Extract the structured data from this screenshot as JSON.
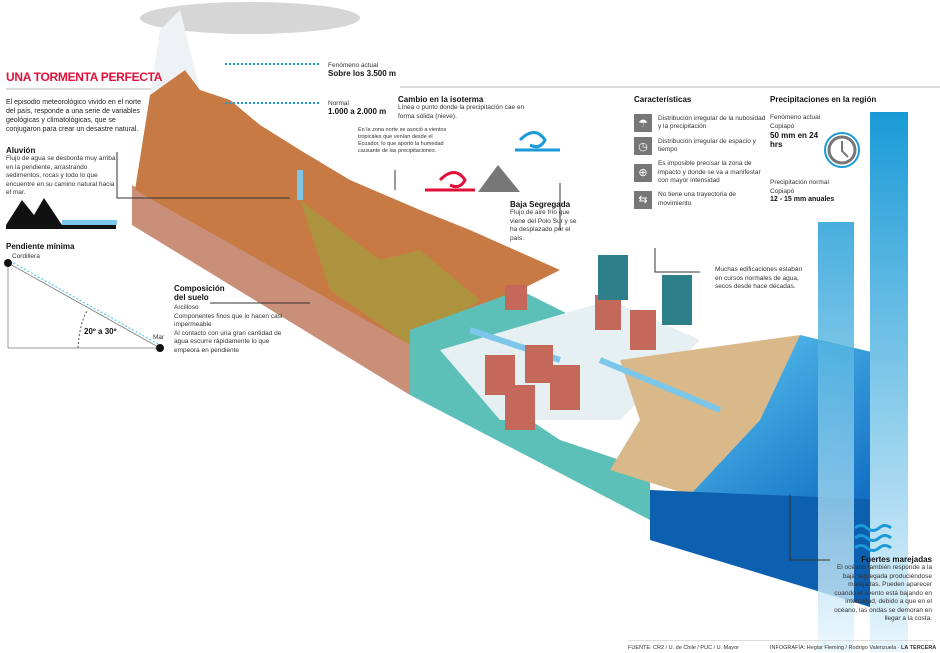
{
  "title": "UNA TORMENTA PERFECTA",
  "lead": "El episodio meteorológico vivido en el norte del país, responde a una serie de variables geológicas y climatológicas, que se conjugaron para crear un desastre natural.",
  "aluvion": {
    "title": "Aluvión",
    "text": "Flujo de agua se desborda muy arriba en la pendiente, arrastrando sedimentos, rocas y todo lo que encuentre en su camino natural hacia el mar."
  },
  "pendiente": {
    "title": "Pendiente mínima",
    "top": "Cordillera",
    "bottom": "Mar",
    "angle": "20º a 30º"
  },
  "isoterma": {
    "actual_label": "Fenómeno actual",
    "actual_value": "Sobre los 3.500 m",
    "normal_label": "Normal",
    "normal_value": "1.000 a 2.000 m",
    "title": "Cambio en la isoterma",
    "text": "Línea o punto donde la precipitación cae en forma sólida (nieve)."
  },
  "zona_norte": "En la zona norte se asoció a vientos tropicales que venían desde el Ecuador, lo que aportó la humedad causante de las precipitaciones.",
  "baja": {
    "title": "Baja Segregada",
    "text": "Flujo de aire frío que viene del Polo Sur y se ha desplazado por el país."
  },
  "suelo": {
    "title": "Composición del suelo",
    "text1": "Arcilloso",
    "text2": "Componentes finos que lo hacen casi impermeable",
    "text3": "Al contacto con una gran cantidad de agua escurre rápidamente lo que empeora en pendiente"
  },
  "edificaciones": "Muchas edificaciones estaban en cursos normales de agua, secos desde hace décadas.",
  "caracteristicas": {
    "title": "Características",
    "items": [
      {
        "icon": "rain-cloud-icon",
        "text": "Distribución irregular de la nubosidad y la precipitación"
      },
      {
        "icon": "clock-icon",
        "text": "Distribución irregular de espacio y tiempo"
      },
      {
        "icon": "location-globe-icon",
        "text": "Es imposible precisar la zona de impacto y donde se va a manifestar con mayor intensidad"
      },
      {
        "icon": "route-icon",
        "text": "No tiene una trayectoria de movimiento"
      }
    ]
  },
  "precipitaciones": {
    "title": "Precipitaciones en la región",
    "actual_label": "Fenómeno actual",
    "actual_place": "Copiapó",
    "actual_value": "50 mm en 24 hrs",
    "normal_label": "Precipitación normal",
    "normal_place": "Copiapó",
    "normal_value": "12 - 15 mm anuales"
  },
  "marejadas": {
    "title": "Fuertes marejadas",
    "text": "El océano también responde a la baja segregada produciéndose marejadas. Pueden aparecer cuando el evento está bajando en intensidad, debido a que en el océano, las ondas se demoran en llegar a la costa."
  },
  "footer": {
    "source": "FUENTE: CR2 / U. de Chile / PUC / U. Mayor",
    "credit": "INFOGRAFÍA: Heglar Fleming / Rodrigo Valenzuela ·",
    "brand": "LA TERCERA"
  },
  "colors": {
    "accent": "#e0103a",
    "water": "#1a9ad6",
    "earth": "#c8886a",
    "teal": "#5cc0b8"
  }
}
